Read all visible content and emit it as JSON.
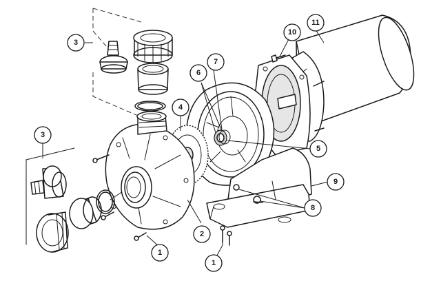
{
  "callouts": {
    "c1a": "1",
    "c1b": "1",
    "c2": "2",
    "c3a": "3",
    "c3b": "3",
    "c4": "4",
    "c5": "5",
    "c6": "6",
    "c7": "7",
    "c8": "8",
    "c9": "9",
    "c10": "10",
    "c11": "11"
  }
}
